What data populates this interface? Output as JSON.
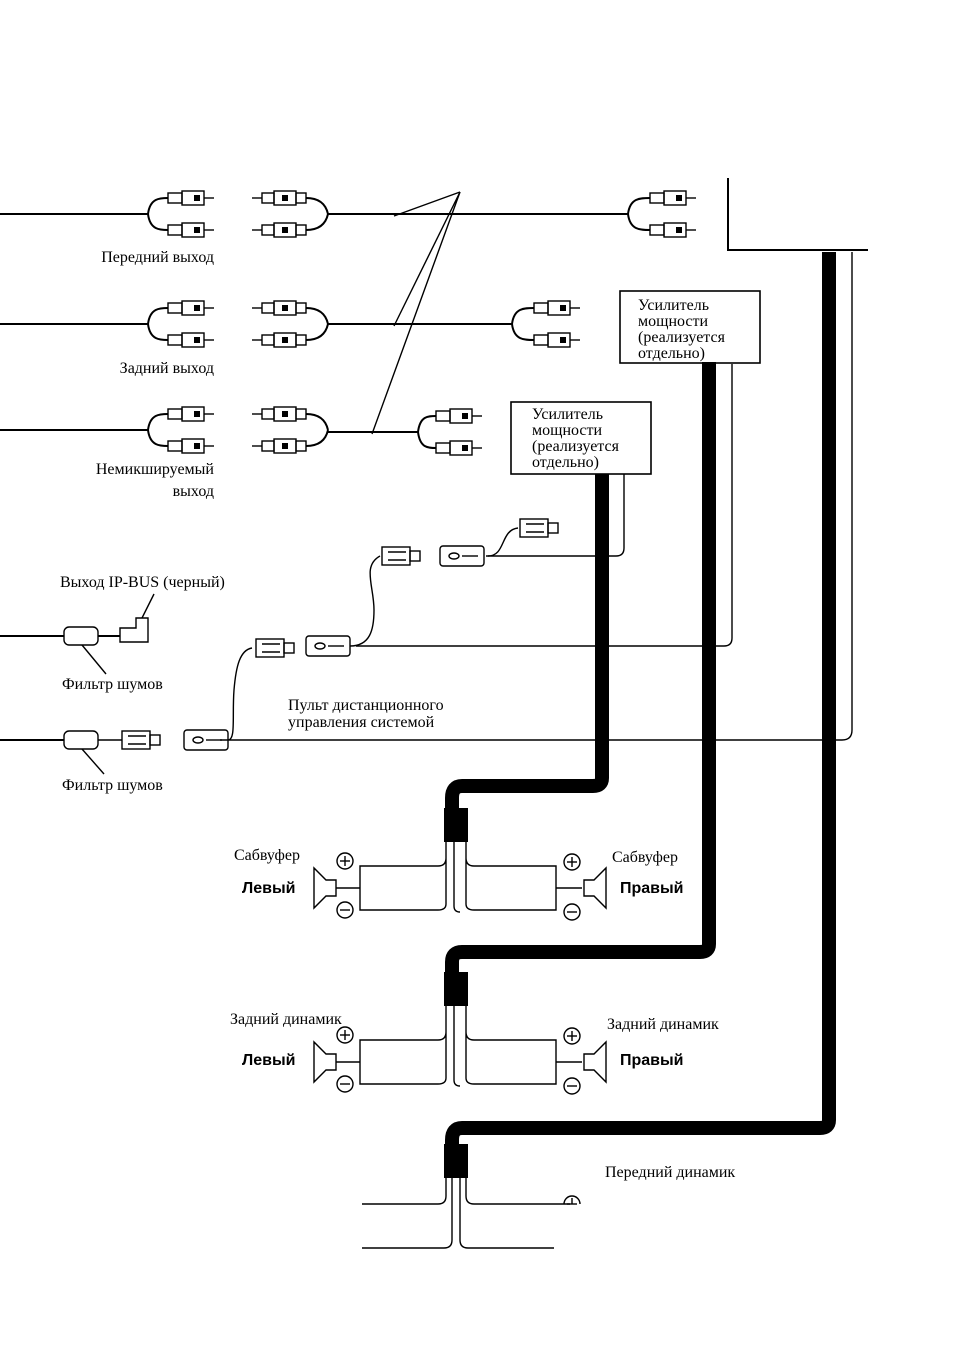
{
  "labels": {
    "front_output": "Передний выход",
    "rear_output": "Задний выход",
    "nonfader_output_1": "Немикшируемый",
    "nonfader_output_2": "выход",
    "ipbus_output": "Выход IP-BUS (черный)",
    "noise_filter_1": "Фильтр шумов",
    "noise_filter_2": "Фильтр шумов",
    "remote_1": "Пульт дистанционного",
    "remote_2": "управления системой",
    "amp1_line1": "Усилитель",
    "amp1_line2": "мощности",
    "amp1_line3": "(реализуется",
    "amp1_line4": "отдельно)",
    "amp2_line1": "Усилитель",
    "amp2_line2": "мощности",
    "amp2_line3": "(реализуется",
    "amp2_line4": "отдельно)",
    "subwoofer_left_title": "Сабвуфер",
    "subwoofer_left_side": "Левый",
    "subwoofer_right_title": "Сабвуфер",
    "subwoofer_right_side": "Правый",
    "rear_left_title": "Задний динамик",
    "rear_left_side": "Левый",
    "rear_right_title": "Задний динамик",
    "rear_right_side": "Правый",
    "front_speaker_title": "Передний динамик"
  },
  "icons": {
    "plus": "plus-terminal-icon",
    "minus": "minus-terminal-icon",
    "speaker": "speaker-icon",
    "rca": "rca-plug-icon"
  }
}
